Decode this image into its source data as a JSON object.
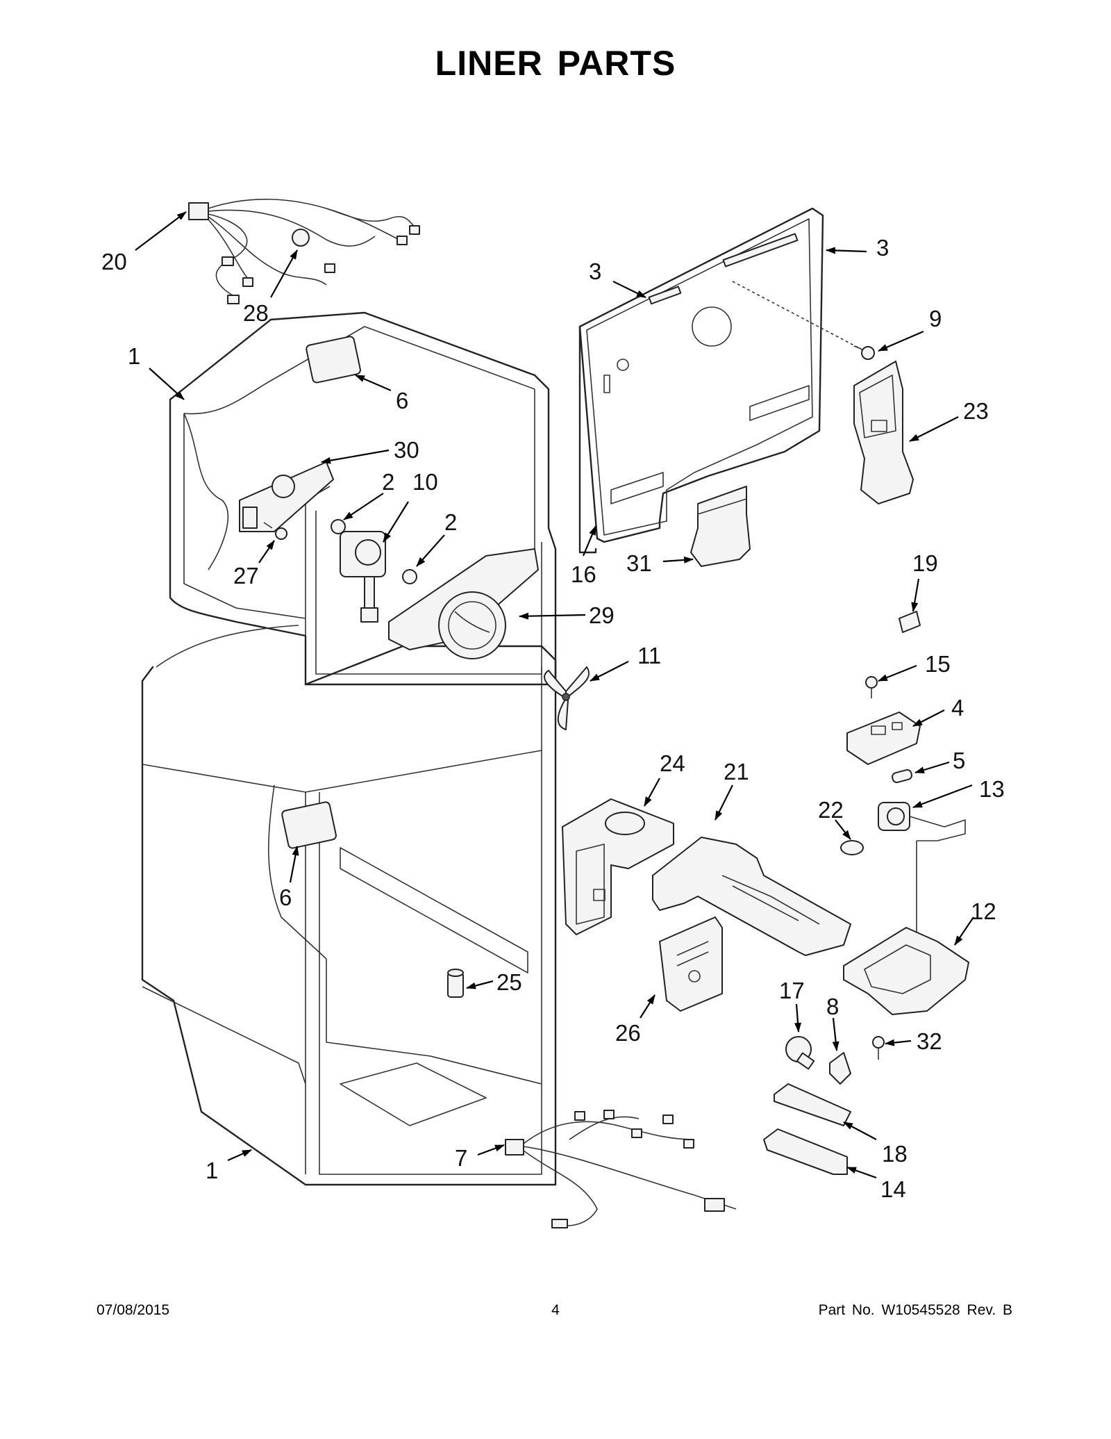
{
  "title": "LINER PARTS",
  "footer": {
    "date": "07/08/2015",
    "page": "4",
    "part_number": "Part No.  W10545528  Rev.  B"
  },
  "callouts": [
    {
      "id": "c20",
      "label": "20"
    },
    {
      "id": "c28",
      "label": "28"
    },
    {
      "id": "c1a",
      "label": "1"
    },
    {
      "id": "c6a",
      "label": "6"
    },
    {
      "id": "c30",
      "label": "30"
    },
    {
      "id": "c2a",
      "label": "2"
    },
    {
      "id": "c10",
      "label": "10"
    },
    {
      "id": "c2b",
      "label": "2"
    },
    {
      "id": "c27",
      "label": "27"
    },
    {
      "id": "c29",
      "label": "29"
    },
    {
      "id": "c11",
      "label": "11"
    },
    {
      "id": "c3a",
      "label": "3"
    },
    {
      "id": "c3b",
      "label": "3"
    },
    {
      "id": "c9",
      "label": "9"
    },
    {
      "id": "c23",
      "label": "23"
    },
    {
      "id": "c16",
      "label": "16"
    },
    {
      "id": "c31",
      "label": "31"
    },
    {
      "id": "c19",
      "label": "19"
    },
    {
      "id": "c15",
      "label": "15"
    },
    {
      "id": "c4",
      "label": "4"
    },
    {
      "id": "c5",
      "label": "5"
    },
    {
      "id": "c13",
      "label": "13"
    },
    {
      "id": "c22",
      "label": "22"
    },
    {
      "id": "c24",
      "label": "24"
    },
    {
      "id": "c21",
      "label": "21"
    },
    {
      "id": "c12",
      "label": "12"
    },
    {
      "id": "c6b",
      "label": "6"
    },
    {
      "id": "c25",
      "label": "25"
    },
    {
      "id": "c26",
      "label": "26"
    },
    {
      "id": "c17",
      "label": "17"
    },
    {
      "id": "c8",
      "label": "8"
    },
    {
      "id": "c32",
      "label": "32"
    },
    {
      "id": "c18",
      "label": "18"
    },
    {
      "id": "c7",
      "label": "7"
    },
    {
      "id": "c14",
      "label": "14"
    },
    {
      "id": "c1b",
      "label": "1"
    }
  ]
}
